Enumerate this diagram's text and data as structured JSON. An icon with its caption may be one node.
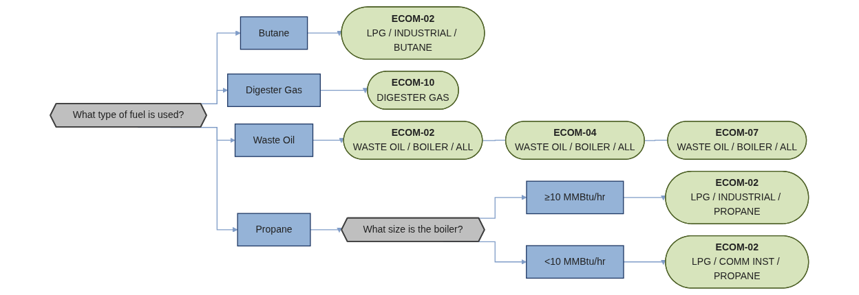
{
  "diagram": {
    "nodes": [
      {
        "text": [
          "What type of fuel is used?"
        ]
      },
      {
        "text": [
          "Butane"
        ]
      },
      {
        "text": [
          "ECOM-02",
          "LPG / INDUSTRIAL / BUTANE"
        ]
      },
      {
        "text": [
          "Digester Gas"
        ]
      },
      {
        "text": [
          "ECOM-10",
          "DIGESTER GAS"
        ]
      },
      {
        "text": [
          "Waste Oil"
        ]
      },
      {
        "text": [
          "ECOM-02",
          "WASTE OIL / BOILER / ALL"
        ]
      },
      {
        "text": [
          "ECOM-04",
          "WASTE OIL / BOILER / ALL"
        ]
      },
      {
        "text": [
          "ECOM-07",
          "WASTE OIL / BOILER / ALL"
        ]
      },
      {
        "text": [
          "Propane"
        ]
      },
      {
        "text": [
          "What size is the boiler?"
        ]
      },
      {
        "text": [
          "≥10 MMBtu/hr"
        ]
      },
      {
        "text": [
          "ECOM-02",
          "LPG / INDUSTRIAL / PROPANE"
        ]
      },
      {
        "text": [
          "<10 MMBtu/hr"
        ]
      },
      {
        "text": [
          "ECOM-02",
          "LPG / COMM INST / PROPANE"
        ]
      }
    ],
    "edges": [
      {
        "from": 0,
        "to": 1,
        "arrow": "to"
      },
      {
        "from": 0,
        "to": 3,
        "arrow": "to"
      },
      {
        "from": 0,
        "to": 5,
        "arrow": "to"
      },
      {
        "from": 0,
        "to": 9,
        "arrow": "to"
      },
      {
        "from": 1,
        "to": 2,
        "arrow": "to"
      },
      {
        "from": 3,
        "to": 4,
        "arrow": "to"
      },
      {
        "from": 5,
        "to": 6,
        "arrow": "to"
      },
      {
        "from": 6,
        "to": 7,
        "arrow": "none"
      },
      {
        "from": 7,
        "to": 8,
        "arrow": "none"
      },
      {
        "from": 9,
        "to": 10,
        "arrow": "to"
      },
      {
        "from": 10,
        "to": 11,
        "arrow": "to"
      },
      {
        "from": 10,
        "to": 13,
        "arrow": "to"
      },
      {
        "from": 11,
        "to": 12,
        "arrow": "to"
      },
      {
        "from": 13,
        "to": 14,
        "arrow": "to"
      }
    ]
  }
}
